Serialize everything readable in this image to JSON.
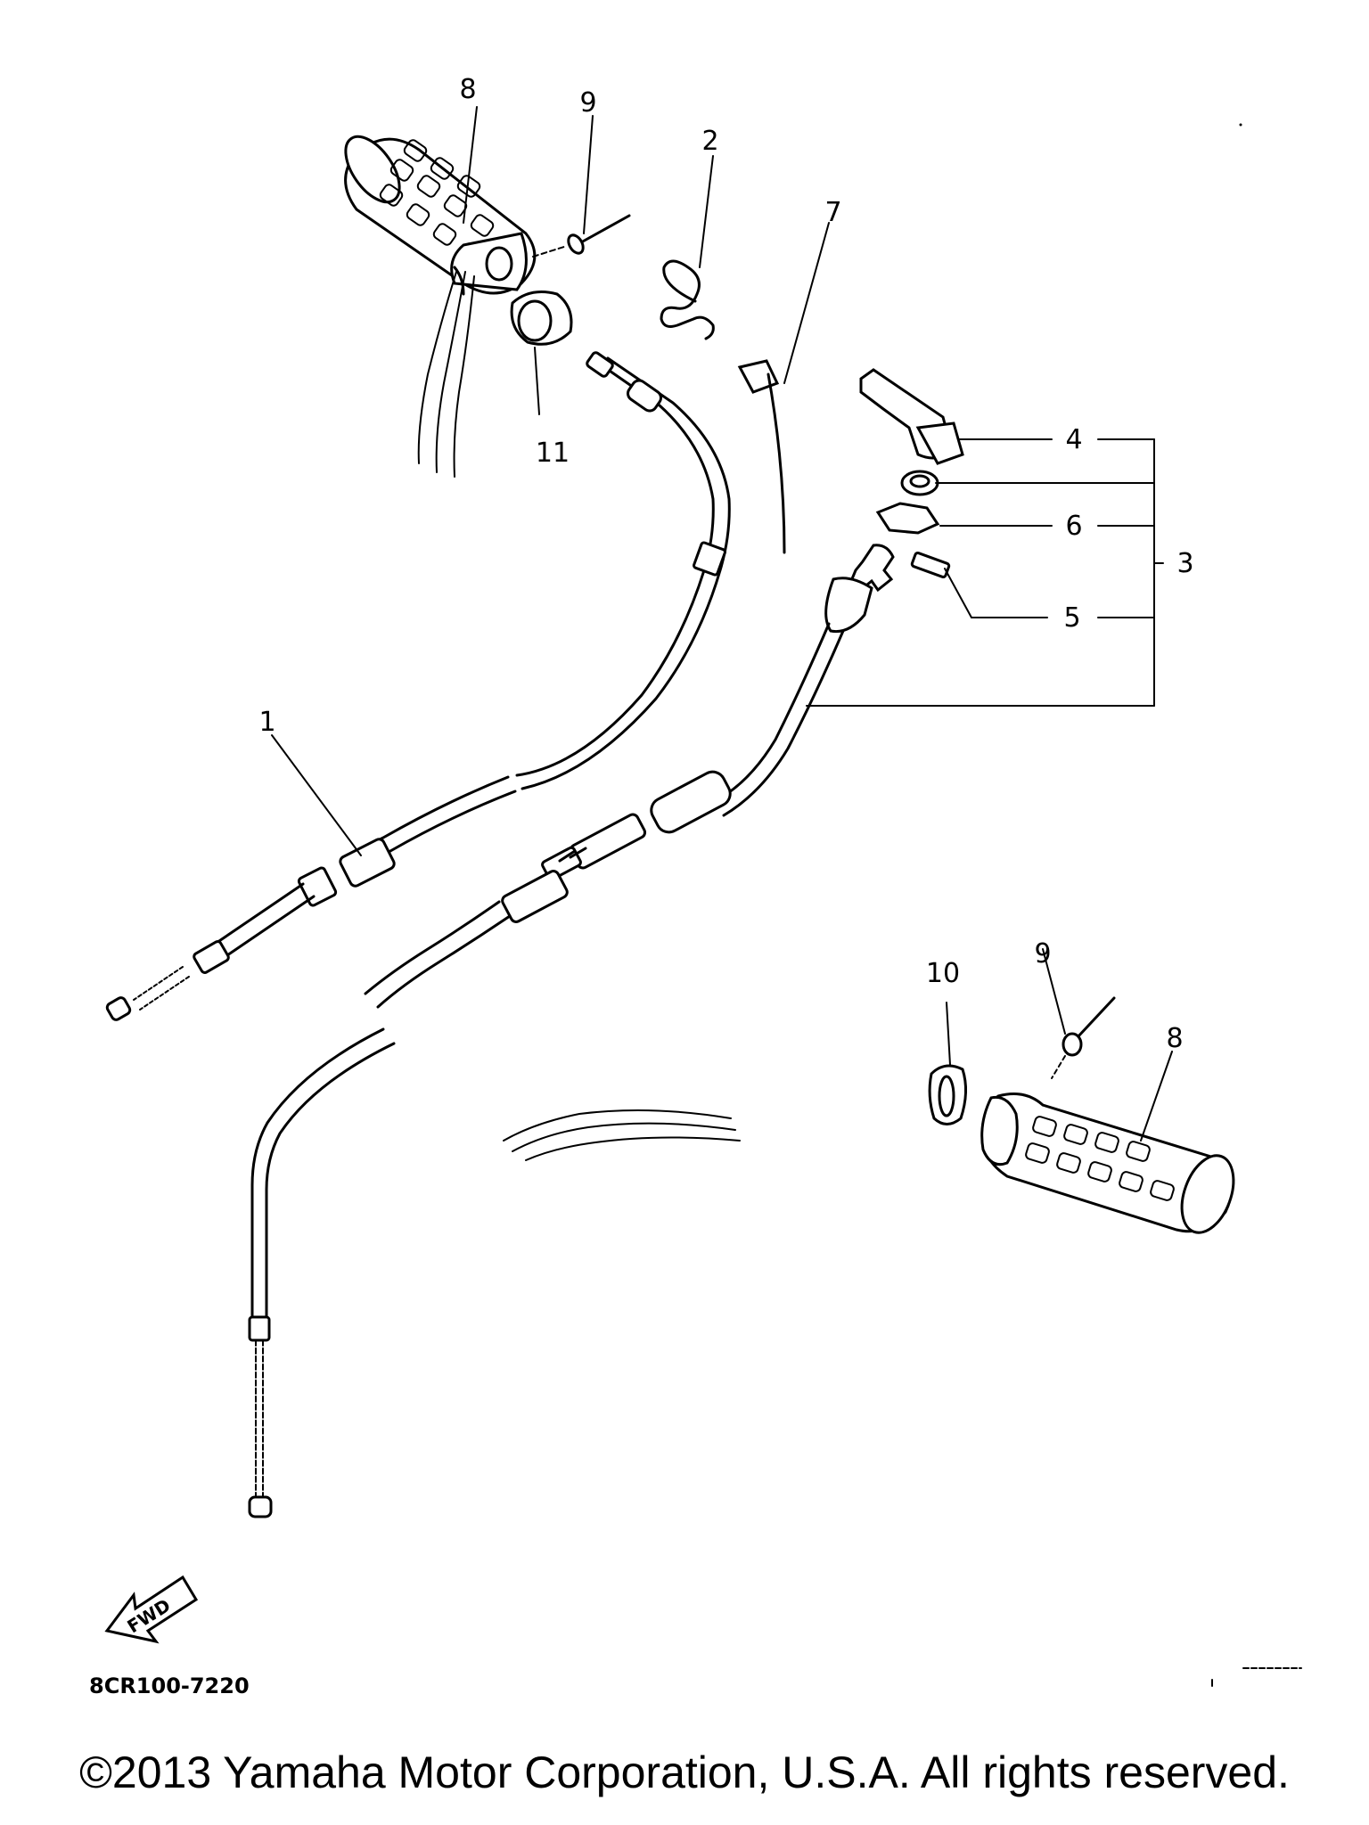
{
  "diagram": {
    "callouts": [
      "1",
      "2",
      "3",
      "4",
      "5",
      "6",
      "7",
      "8",
      "8",
      "9",
      "9",
      "10",
      "11"
    ],
    "part_code": "8CR100-7220",
    "fwd_label": "FWD"
  },
  "footer": {
    "copyright": "©2013 Yamaha Motor Corporation, U.S.A. All rights reserved."
  }
}
